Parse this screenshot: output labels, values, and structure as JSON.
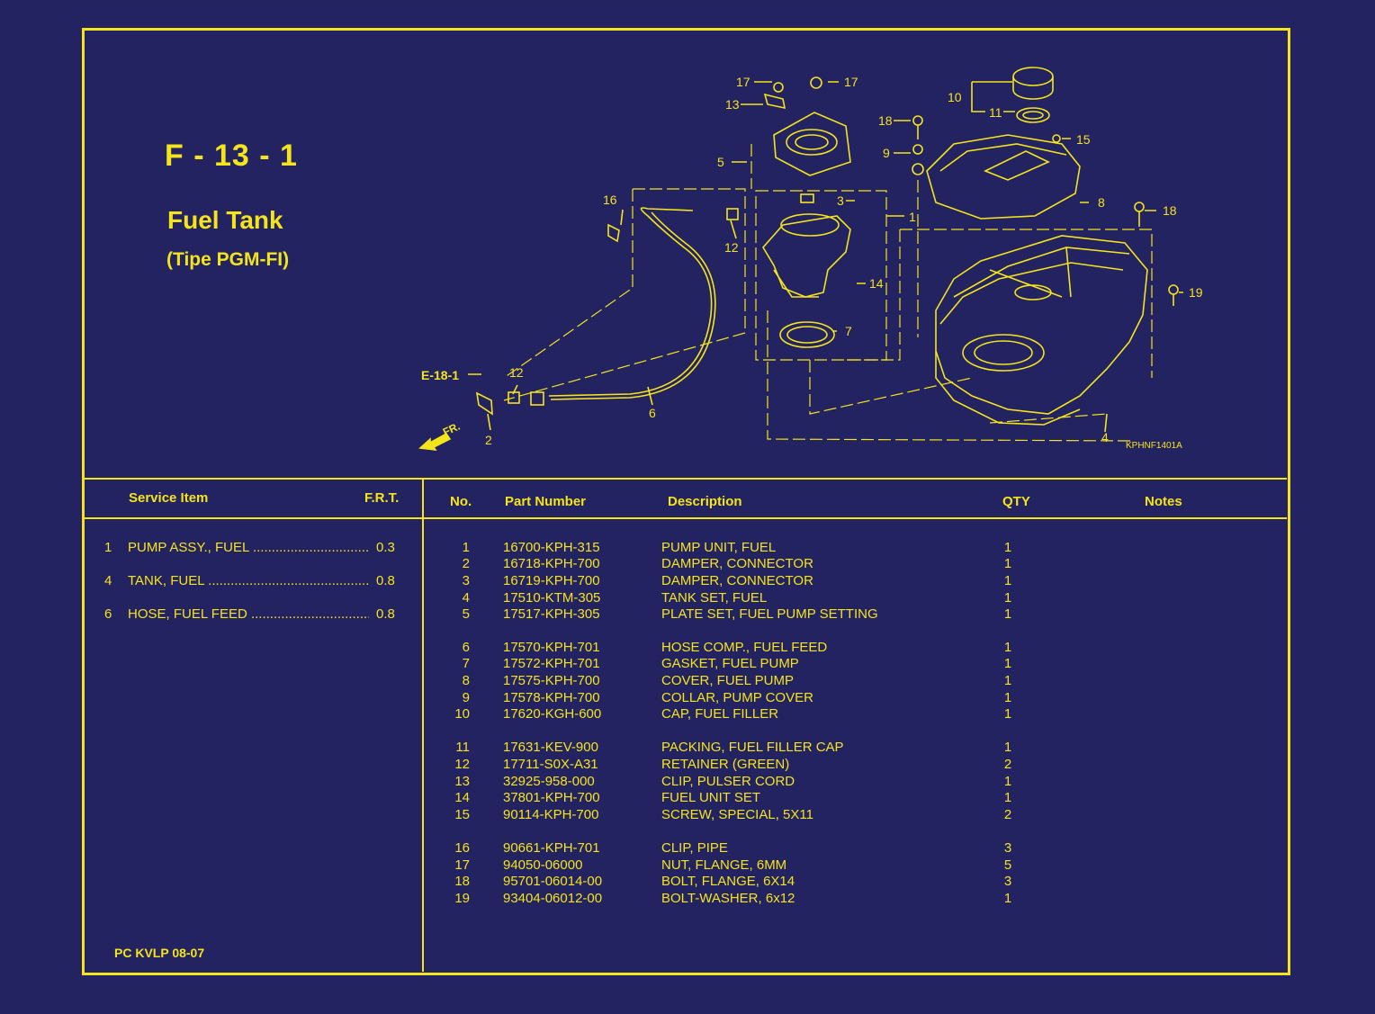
{
  "page": {
    "code": "F - 13 - 1",
    "title": "Fuel Tank",
    "subtitle": "(Tipe PGM-FI)",
    "footer": "PC KVLP 08-07"
  },
  "diagram": {
    "ref_label": "E-18-1",
    "front_label": "FR.",
    "drawing_code": "KPHNF1401A",
    "callouts": [
      "1",
      "2",
      "3",
      "4",
      "5",
      "6",
      "7",
      "8",
      "9",
      "10",
      "11",
      "12",
      "12",
      "13",
      "14",
      "15",
      "16",
      "17",
      "17",
      "18",
      "18",
      "19"
    ]
  },
  "service": {
    "header_item": "Service Item",
    "header_frt": "F.R.T.",
    "items": [
      {
        "no": "1",
        "name": "PUMP ASSY., FUEL ............................................",
        "frt": "0.3"
      },
      {
        "no": "4",
        "name": "TANK, FUEL ............................................................",
        "frt": "0.8"
      },
      {
        "no": "6",
        "name": "HOSE, FUEL FEED ...............................................",
        "frt": "0.8"
      }
    ]
  },
  "parts": {
    "headers": {
      "no": "No.",
      "part_number": "Part Number",
      "description": "Description",
      "qty": "QTY",
      "notes": "Notes"
    },
    "rows": [
      {
        "no": "1",
        "pn": "16700-KPH-315",
        "desc": "PUMP UNIT, FUEL",
        "qty": "1"
      },
      {
        "no": "2",
        "pn": "16718-KPH-700",
        "desc": "DAMPER, CONNECTOR",
        "qty": "1"
      },
      {
        "no": "3",
        "pn": "16719-KPH-700",
        "desc": "DAMPER, CONNECTOR",
        "qty": "1"
      },
      {
        "no": "4",
        "pn": "17510-KTM-305",
        "desc": "TANK SET, FUEL",
        "qty": "1"
      },
      {
        "no": "5",
        "pn": "17517-KPH-305",
        "desc": "PLATE SET, FUEL PUMP SETTING",
        "qty": "1"
      },
      {
        "no": "6",
        "pn": "17570-KPH-701",
        "desc": "HOSE COMP., FUEL FEED",
        "qty": "1"
      },
      {
        "no": "7",
        "pn": "17572-KPH-701",
        "desc": "GASKET, FUEL PUMP",
        "qty": "1"
      },
      {
        "no": "8",
        "pn": "17575-KPH-700",
        "desc": "COVER, FUEL PUMP",
        "qty": "1"
      },
      {
        "no": "9",
        "pn": "17578-KPH-700",
        "desc": "COLLAR, PUMP COVER",
        "qty": "1"
      },
      {
        "no": "10",
        "pn": "17620-KGH-600",
        "desc": "CAP, FUEL FILLER",
        "qty": "1"
      },
      {
        "no": "11",
        "pn": "17631-KEV-900",
        "desc": "PACKING, FUEL FILLER CAP",
        "qty": "1"
      },
      {
        "no": "12",
        "pn": "17711-S0X-A31",
        "desc": "RETAINER (GREEN)",
        "qty": "2"
      },
      {
        "no": "13",
        "pn": "32925-958-000",
        "desc": "CLIP, PULSER CORD",
        "qty": "1"
      },
      {
        "no": "14",
        "pn": "37801-KPH-700",
        "desc": "FUEL UNIT SET",
        "qty": "1"
      },
      {
        "no": "15",
        "pn": "90114-KPH-700",
        "desc": "SCREW, SPECIAL, 5X11",
        "qty": "2"
      },
      {
        "no": "16",
        "pn": "90661-KPH-701",
        "desc": "CLIP, PIPE",
        "qty": "3"
      },
      {
        "no": "17",
        "pn": "94050-06000",
        "desc": "NUT, FLANGE, 6MM",
        "qty": "5"
      },
      {
        "no": "18",
        "pn": "95701-06014-00",
        "desc": "BOLT, FLANGE, 6X14",
        "qty": "3"
      },
      {
        "no": "19",
        "pn": "93404-06012-00",
        "desc": "BOLT-WASHER, 6x12",
        "qty": "1"
      }
    ]
  },
  "colors": {
    "background": "#232361",
    "foreground": "#f4e41c"
  }
}
